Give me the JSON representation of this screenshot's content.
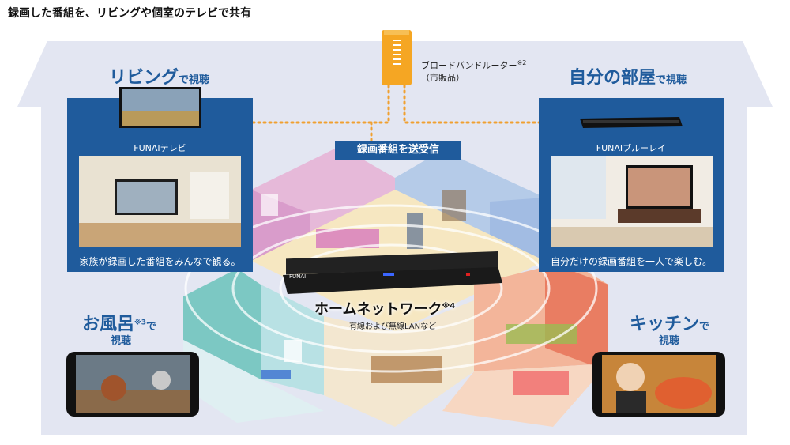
{
  "heading": "録画した番組を、リビングや個室のテレビで共有",
  "router": {
    "label": "ブロードバンドルーター",
    "note": "※2",
    "sublabel": "（市販品）"
  },
  "banner": "録画番組を送受信",
  "living": {
    "title": "リビング",
    "suffix": "で視聴",
    "device": "FUNAIテレビ",
    "desc": "家族が録画した番組をみんなで観る。"
  },
  "bedroom": {
    "title": "自分の部屋",
    "suffix": "で視聴",
    "device": "FUNAIブルーレイ",
    "desc": "自分だけの録画番組を一人で楽しむ。"
  },
  "bath": {
    "title": "お風呂",
    "note": "※3",
    "suffix": "で",
    "suffix2": "視聴"
  },
  "kitchen": {
    "title": "キッチン",
    "suffix": "で",
    "suffix2": "視聴"
  },
  "network": {
    "title": "ホームネットワーク",
    "note": "※4",
    "sub": "有線および無線LANなど"
  },
  "recorder_brand": "FUNAI",
  "colors": {
    "brand_blue": "#1f5b9c",
    "router_orange": "#f5a623",
    "dotted_orange": "#f0a030"
  }
}
